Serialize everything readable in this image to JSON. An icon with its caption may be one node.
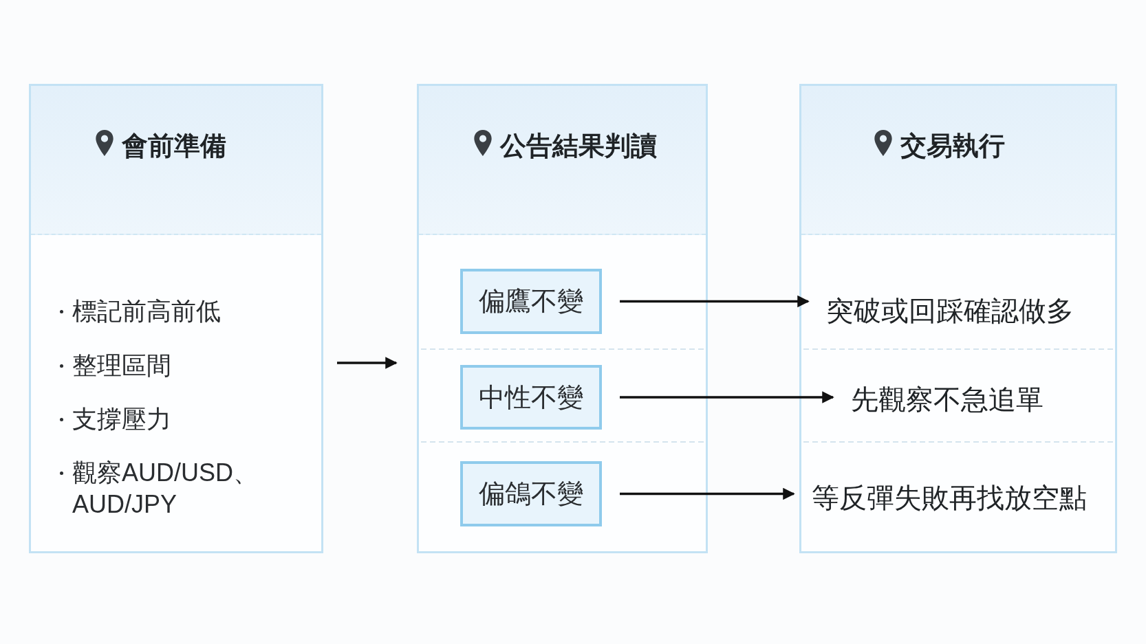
{
  "diagram": {
    "nodes": [
      {
        "text": [
          "會前準備",
          "標記前高前低",
          "整理區間",
          "支撐壓力",
          "觀察AUD/USD、AUD/JPY"
        ]
      },
      {
        "text": [
          "公告結果判讀"
        ]
      },
      {
        "text": [
          "偏鷹不變"
        ],
        "in": 1
      },
      {
        "text": [
          "中性不變"
        ],
        "in": 1
      },
      {
        "text": [
          "偏鴿不變"
        ],
        "in": 1
      },
      {
        "text": [
          "交易執行"
        ]
      },
      {
        "text": [
          "突破或回踩確認做多"
        ],
        "in": 5
      },
      {
        "text": [
          "先觀察不急追單"
        ],
        "in": 5
      },
      {
        "text": [
          "等反彈失敗再找放空點"
        ],
        "in": 5
      }
    ],
    "edges": [
      {
        "from": 0,
        "to": 1,
        "arrow": "to"
      },
      {
        "from": 2,
        "to": 6,
        "arrow": "to"
      },
      {
        "from": 3,
        "to": 7,
        "arrow": "to"
      },
      {
        "from": 4,
        "to": 8,
        "arrow": "to"
      }
    ]
  }
}
